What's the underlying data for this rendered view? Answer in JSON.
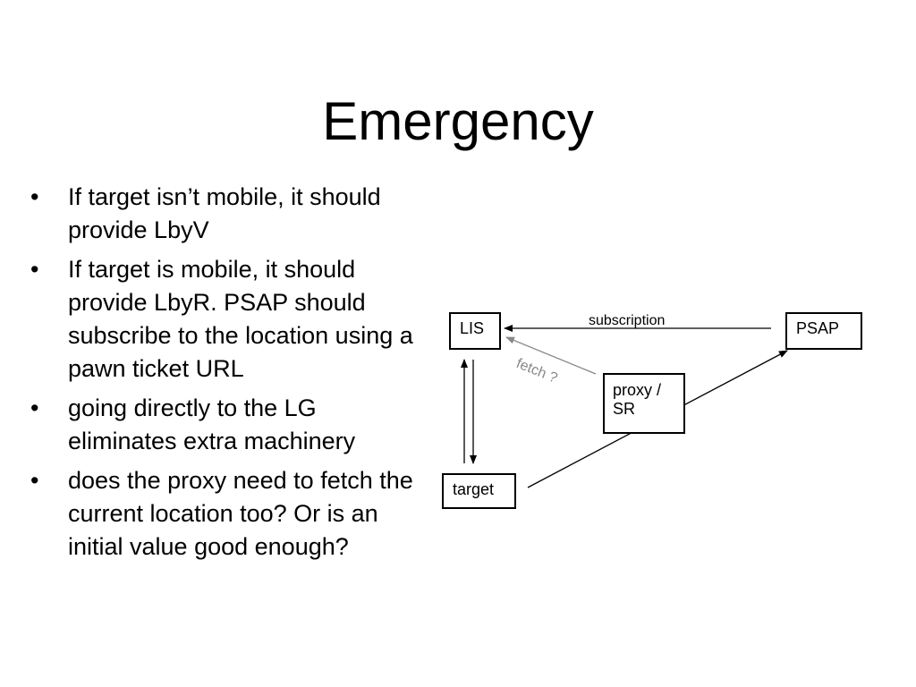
{
  "slide": {
    "title": "Emergency",
    "bullet_char": "•",
    "bullets": [
      "If target isn’t mobile, it should provide LbyV",
      "If target is mobile, it should provide LbyR.  PSAP should subscribe to the location using a pawn ticket URL",
      "going directly to the LG eliminates extra machinery",
      "does the proxy need to fetch the current location too?  Or is an initial value good enough?"
    ]
  },
  "diagram": {
    "nodes": {
      "lis": "LIS",
      "psap": "PSAP",
      "proxy_line1": "proxy /",
      "proxy_line2": "SR",
      "target": "target"
    },
    "edges": {
      "subscription": "subscription",
      "fetch": "fetch ?"
    },
    "colors": {
      "fetch_arrow": "#888888",
      "line": "#000000"
    }
  }
}
